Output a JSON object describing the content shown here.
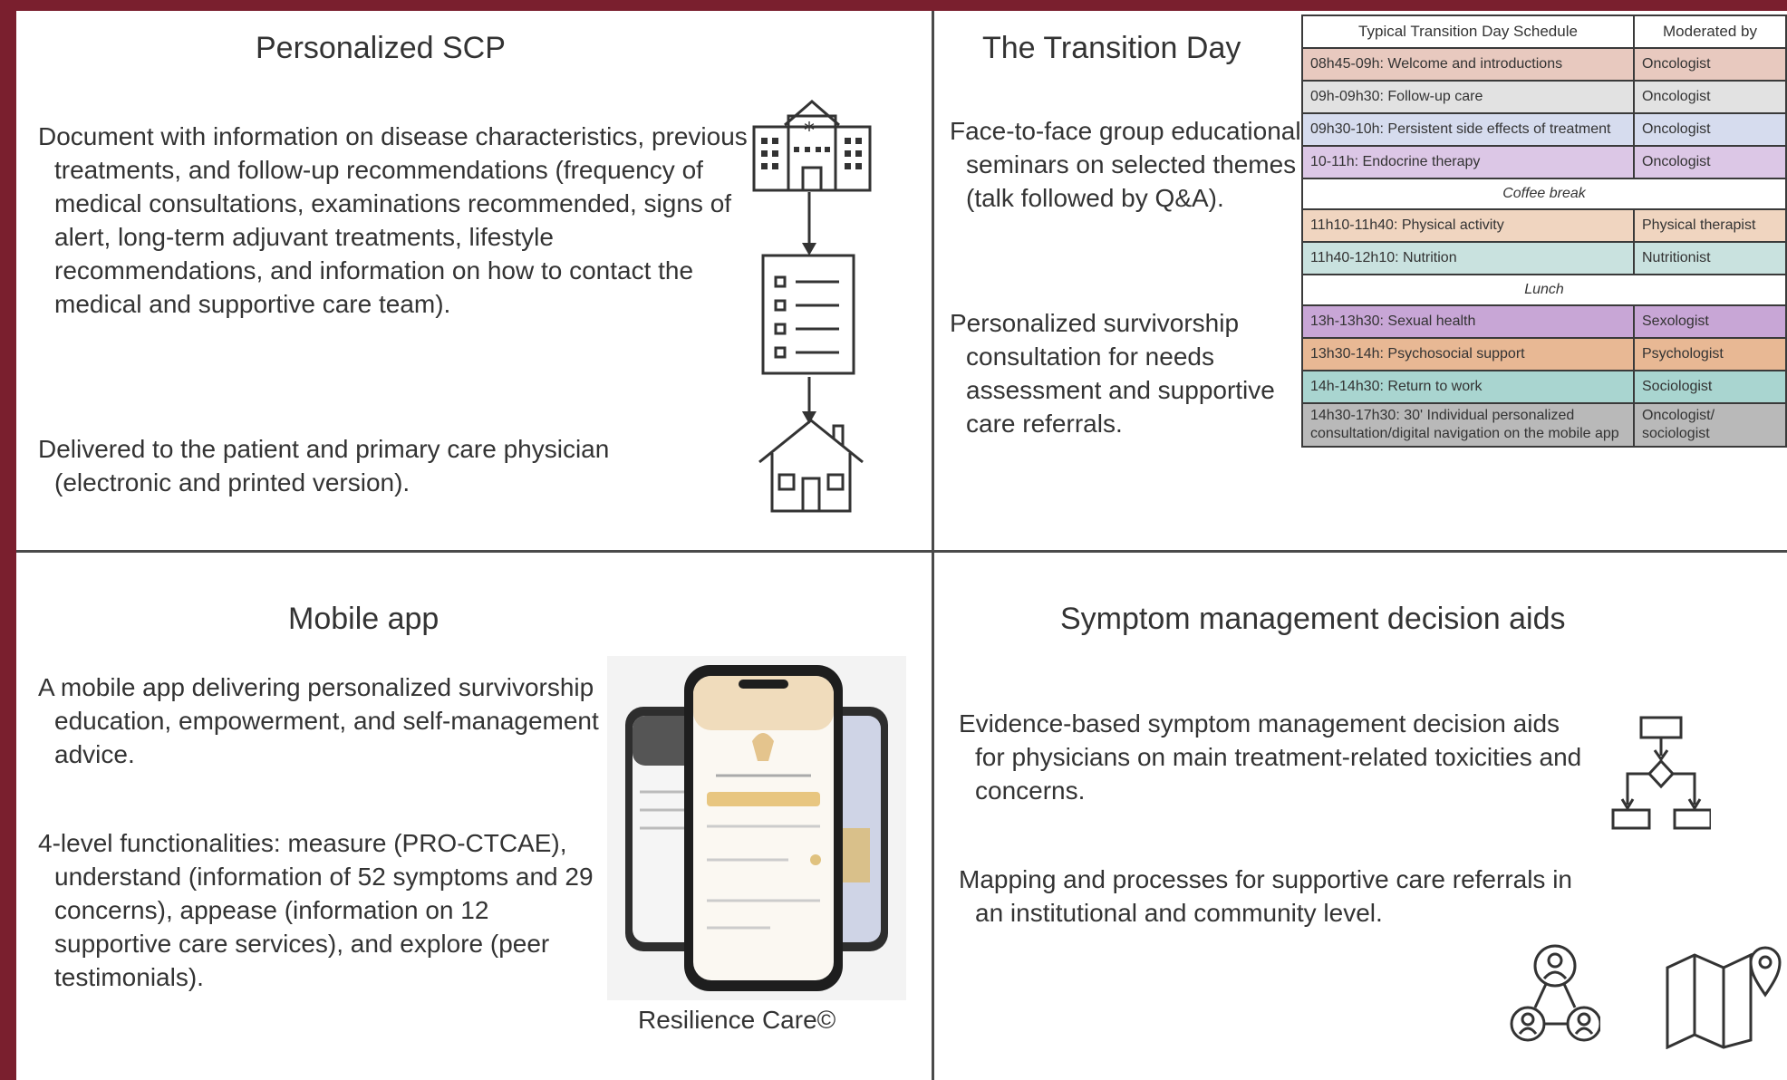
{
  "scp": {
    "title": "Personalized SCP",
    "para1": "Document with information on disease characteristics, previous treatments, and follow-up recommendations (frequency of medical consultations, examinations recommended, signs of alert, long-term adjuvant treatments, lifestyle recommendations, and information on how to contact the medical and supportive care team).",
    "para2": "Delivered to the patient and primary care physician (electronic and printed version)."
  },
  "transition": {
    "title": "The Transition Day",
    "para1": "Face-to-face group educational seminars on selected themes (talk followed by Q&A).",
    "para2": "Personalized survivorship consultation for needs assessment and supportive care referrals.",
    "table": {
      "header_schedule": "Typical Transition Day Schedule",
      "header_moderator": "Moderated by",
      "rows": [
        {
          "time": "08h45-09h: Welcome and introductions",
          "mod": "Oncologist",
          "color": "#e8c9bf"
        },
        {
          "time": "09h-09h30: Follow-up care",
          "mod": "Oncologist",
          "color": "#e2e2e2"
        },
        {
          "time": "09h30-10h: Persistent side effects of treatment",
          "mod": "Oncologist",
          "color": "#d6dcee"
        },
        {
          "time": "10-11h: Endocrine therapy",
          "mod": "Oncologist",
          "color": "#dcc7e6"
        },
        {
          "span": "Coffee break"
        },
        {
          "time": "11h10-11h40: Physical activity",
          "mod": "Physical therapist",
          "color": "#f0d5c0"
        },
        {
          "time": "11h40-12h10: Nutrition",
          "mod": "Nutritionist",
          "color": "#c9e2df"
        },
        {
          "span": "Lunch"
        },
        {
          "time": "13h-13h30: Sexual health",
          "mod": "Sexologist",
          "color": "#c8a6d6"
        },
        {
          "time": "13h30-14h: Psychosocial support",
          "mod": "Psychologist",
          "color": "#e8b894"
        },
        {
          "time": "14h-14h30: Return to work",
          "mod": "Sociologist",
          "color": "#a9d5d0"
        },
        {
          "time": "14h30-17h30: 30' Individual personalized consultation/digital navigation on the mobile app",
          "mod": "Oncologist/ sociologist",
          "color": "#b9b9b9"
        }
      ]
    }
  },
  "mobile": {
    "title": "Mobile app",
    "para1": "A mobile app delivering personalized survivorship education, empowerment, and self-management advice.",
    "para2": "4-level functionalities: measure (PRO-CTCAE), understand (information of 52 symptoms and 29 concerns), appease (information on 12 supportive care services), and explore (peer testimonials).",
    "caption": "Resilience Care©"
  },
  "symptom": {
    "title": "Symptom management decision aids",
    "para1": "Evidence-based symptom management decision aids for physicians on main treatment-related toxicities and concerns.",
    "para2": "Mapping and processes for supportive care referrals in an institutional and community level."
  },
  "icons": [
    "hospital-icon",
    "checklist-icon",
    "house-icon",
    "flowchart-icon",
    "network-people-icon",
    "map-pin-icon"
  ]
}
